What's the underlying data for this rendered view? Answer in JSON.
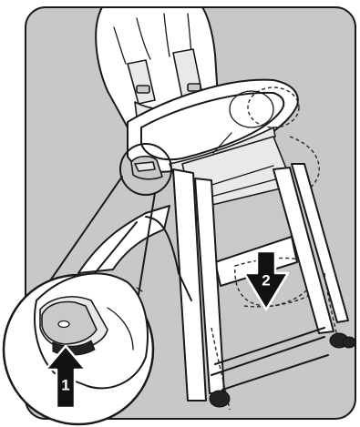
{
  "figure": {
    "background_color": "#c8c8c8",
    "steps": [
      {
        "label": "1",
        "direction": "up"
      },
      {
        "label": "2",
        "direction": "down"
      }
    ]
  }
}
